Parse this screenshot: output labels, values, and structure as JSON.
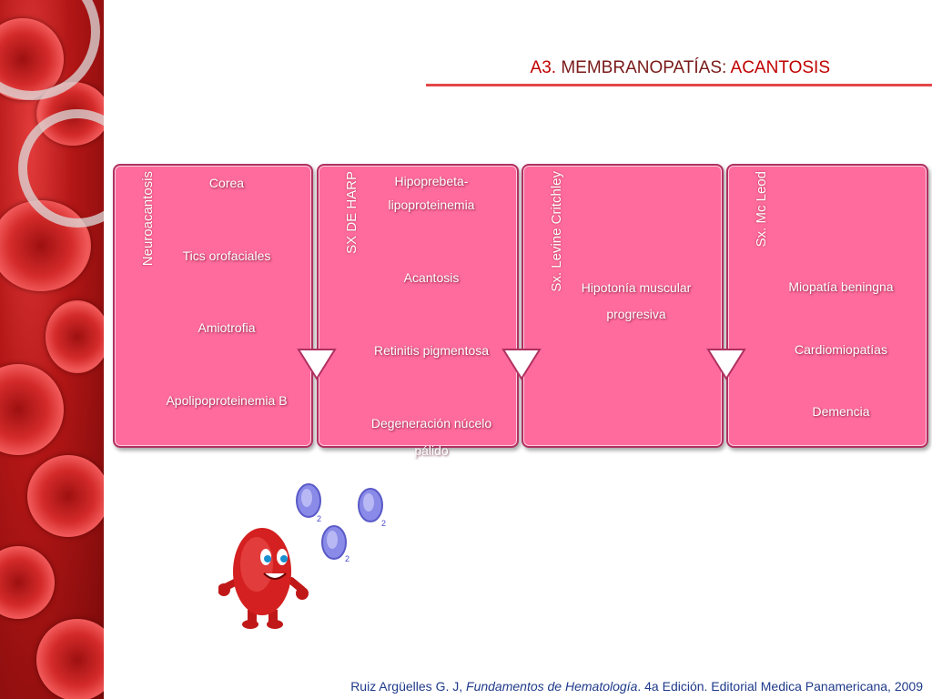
{
  "title": {
    "prefix": "A3.",
    "middle": " MEMBRANOPATÍAS: ",
    "accent": "ACANTOSIS"
  },
  "boxes": [
    {
      "label": "Neuroacantosis",
      "items": [
        "Corea",
        "Tics orofaciales",
        "Amiotrofia",
        "Apolipoproteinemia B"
      ]
    },
    {
      "label": "SX DE HARP",
      "items": [
        "Hipoprebeta-",
        "lipoproteinemia",
        "Acantosis",
        "Retinitis pigmentosa",
        "Degeneración núcelo",
        "pálido"
      ]
    },
    {
      "label": "Sx. Levine Critchley",
      "items": [
        "Hipotonía muscular",
        "progresiva"
      ]
    },
    {
      "label": "Sx. Mc Leod",
      "items": [
        "Miopatía beningna",
        "Cardiomiopatías",
        "Demencia"
      ]
    }
  ],
  "oxygen_label": "2",
  "footer": {
    "author": "Ruiz Argüelles G. J, ",
    "book": "Fundamentos de Hematología",
    "rest": ". 4a Edición. Editorial Medica Panamericana, 2009"
  },
  "colors": {
    "box_fill": "#ff6b9c",
    "title_red": "#c00000",
    "footer_blue": "#1f3a8a"
  }
}
